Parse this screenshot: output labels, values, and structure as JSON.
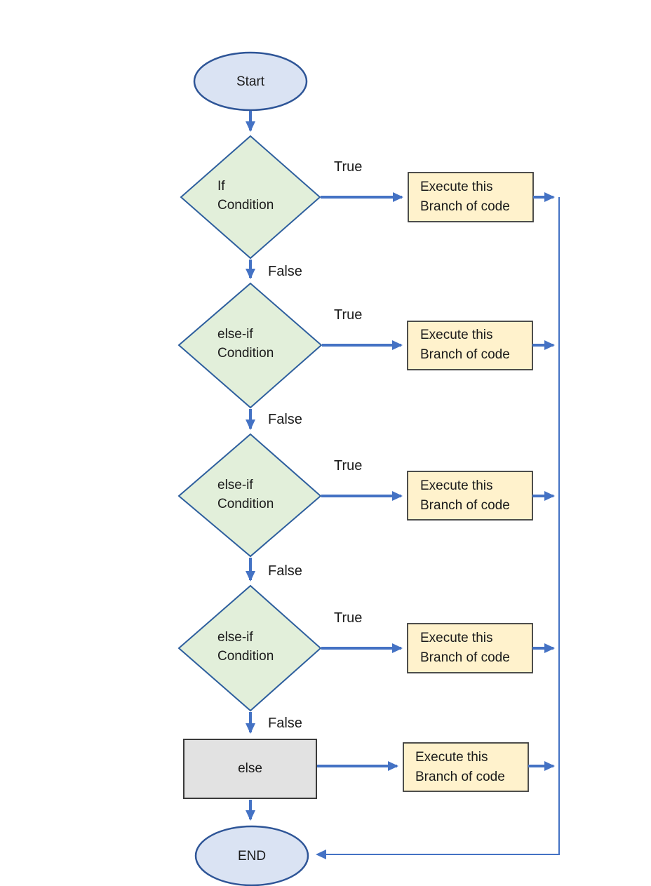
{
  "flowchart": {
    "colors": {
      "arrow": "#4472c4",
      "terminator_fill": "#dae3f3",
      "terminator_border": "#2e5597",
      "decision_fill": "#e2efda",
      "decision_border": "#2e5f9e",
      "process_fill": "#fff2cc",
      "process_border": "#3b3b3b",
      "else_fill": "#e2e2e2",
      "else_border": "#3a3a3a",
      "text": "#1b1b1b"
    },
    "start": {
      "label": "Start"
    },
    "end": {
      "label": "END"
    },
    "else_node": {
      "label": "else"
    },
    "decisions": [
      {
        "line1": "If",
        "line2": "Condition"
      },
      {
        "line1": "else-if",
        "line2": "Condition"
      },
      {
        "line1": "else-if",
        "line2": "Condition"
      },
      {
        "line1": "else-if",
        "line2": "Condition"
      }
    ],
    "branches": [
      {
        "line1": "Execute this",
        "line2": "Branch of code"
      },
      {
        "line1": "Execute this",
        "line2": "Branch of code"
      },
      {
        "line1": "Execute this",
        "line2": "Branch of code"
      },
      {
        "line1": "Execute this",
        "line2": "Branch of code"
      },
      {
        "line1": "Execute this",
        "line2": "Branch of code"
      }
    ],
    "true_labels": [
      "True",
      "True",
      "True",
      "True"
    ],
    "false_labels": [
      "False",
      "False",
      "False",
      "False"
    ],
    "edges": [
      {
        "from": "start",
        "to": "decision-1",
        "label": ""
      },
      {
        "from": "decision-1",
        "to": "branch-1",
        "label": "True"
      },
      {
        "from": "decision-1",
        "to": "decision-2",
        "label": "False"
      },
      {
        "from": "decision-2",
        "to": "branch-2",
        "label": "True"
      },
      {
        "from": "decision-2",
        "to": "decision-3",
        "label": "False"
      },
      {
        "from": "decision-3",
        "to": "branch-3",
        "label": "True"
      },
      {
        "from": "decision-3",
        "to": "decision-4",
        "label": "False"
      },
      {
        "from": "decision-4",
        "to": "branch-4",
        "label": "True"
      },
      {
        "from": "decision-4",
        "to": "else",
        "label": "False"
      },
      {
        "from": "else",
        "to": "branch-5",
        "label": ""
      },
      {
        "from": "else",
        "to": "end",
        "label": ""
      },
      {
        "from": "branch-1",
        "to": "end",
        "label": ""
      },
      {
        "from": "branch-2",
        "to": "end",
        "label": ""
      },
      {
        "from": "branch-3",
        "to": "end",
        "label": ""
      },
      {
        "from": "branch-4",
        "to": "end",
        "label": ""
      },
      {
        "from": "branch-5",
        "to": "end",
        "label": ""
      }
    ]
  }
}
